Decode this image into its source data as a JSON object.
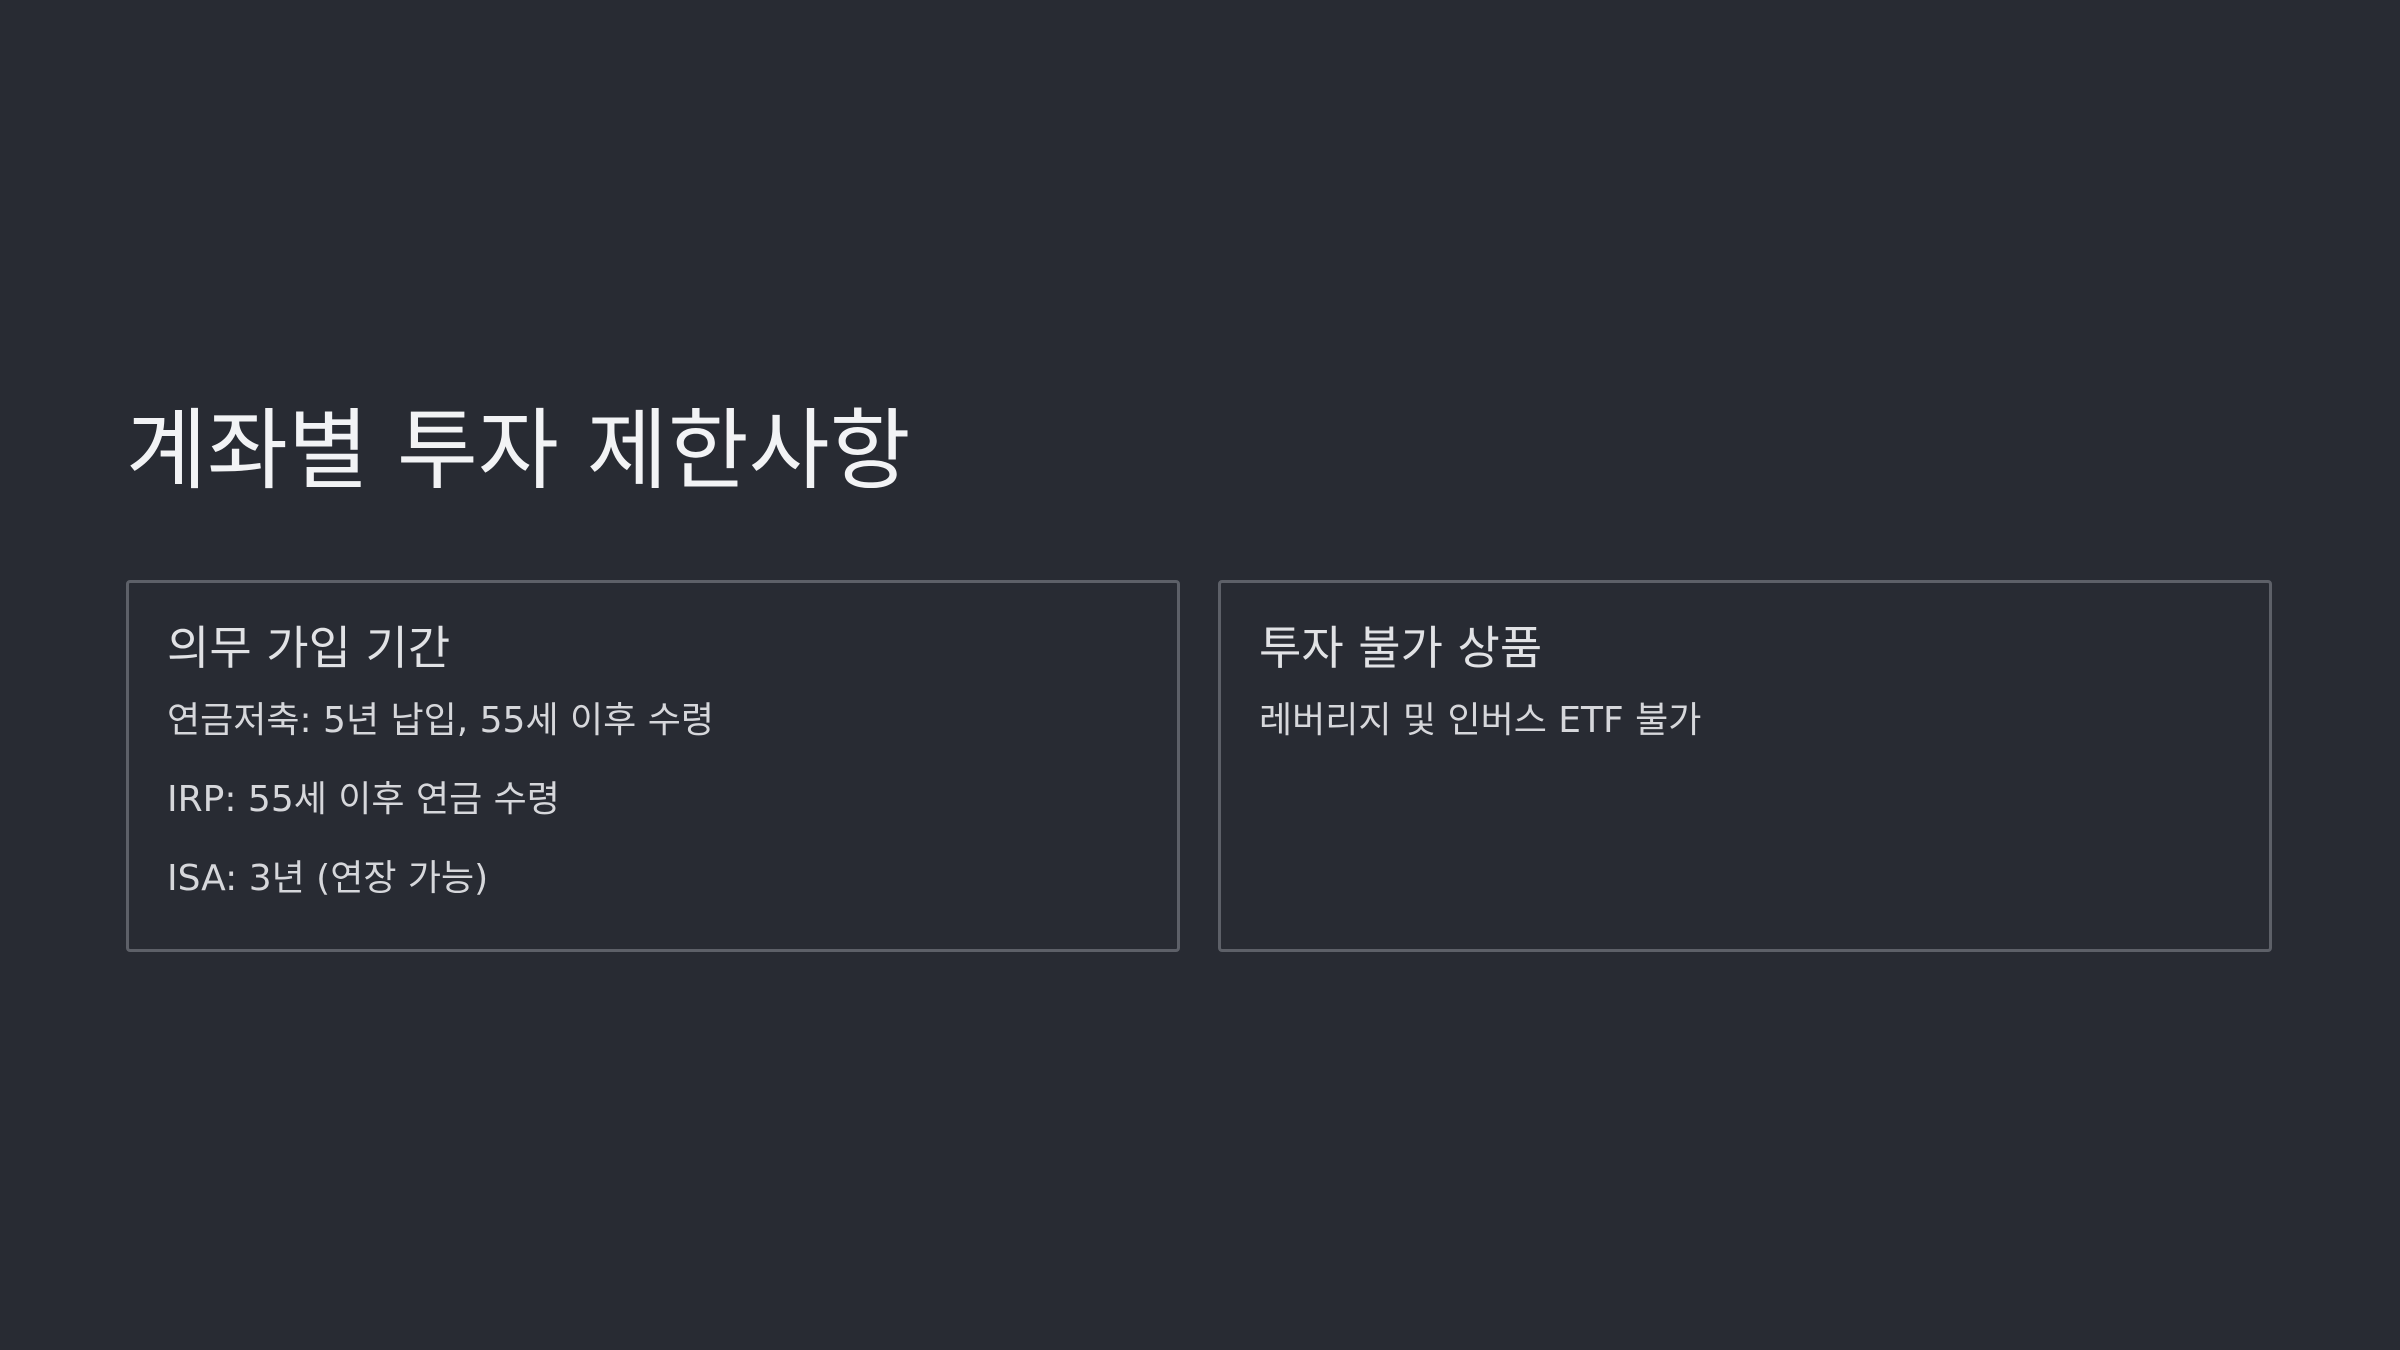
{
  "slide": {
    "title": "계좌별 투자 제한사항",
    "cards": [
      {
        "title": "의무 가입 기간",
        "items": [
          "연금저축: 5년 납입, 55세 이후 수령",
          "IRP: 55세 이후 연금 수령",
          "ISA: 3년 (연장 가능)"
        ]
      },
      {
        "title": "투자 불가 상품",
        "items": [
          "레버리지 및 인버스 ETF 불가"
        ]
      }
    ]
  },
  "colors": {
    "background": "#282b33",
    "card_border": "#5d6068",
    "title_text": "#f2f3f5",
    "body_text": "#d6d7db"
  }
}
